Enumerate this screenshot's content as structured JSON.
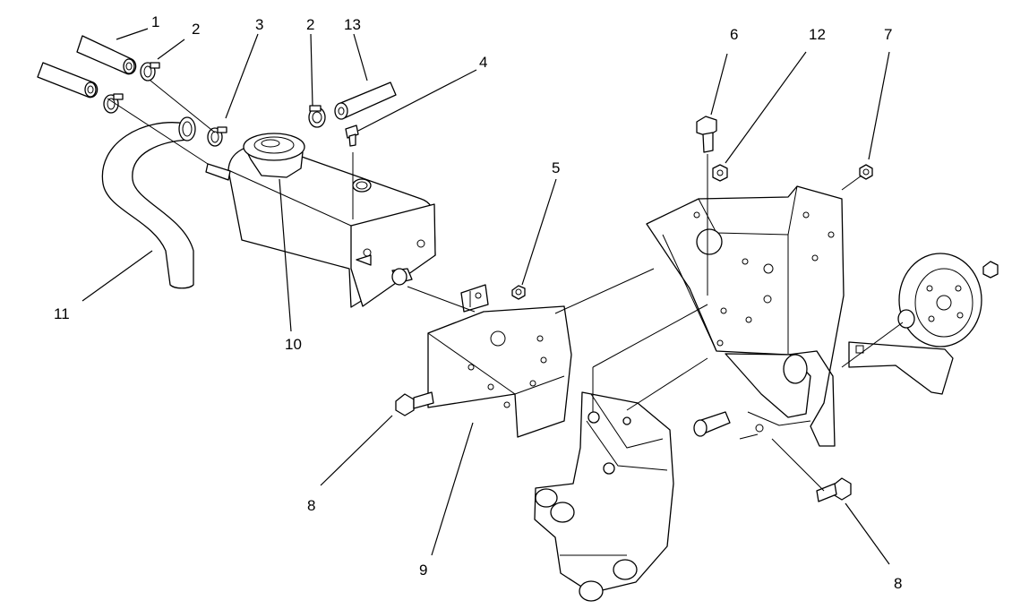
{
  "figure": {
    "background": "#ffffff",
    "line_color": "#000000"
  },
  "callouts": [
    {
      "id": "c1",
      "text": "1"
    },
    {
      "id": "c2a",
      "text": "2"
    },
    {
      "id": "c3",
      "text": "3"
    },
    {
      "id": "c2b",
      "text": "2"
    },
    {
      "id": "c13",
      "text": "13"
    },
    {
      "id": "c4",
      "text": "4"
    },
    {
      "id": "c5",
      "text": "5"
    },
    {
      "id": "c6",
      "text": "6"
    },
    {
      "id": "c12",
      "text": "12"
    },
    {
      "id": "c7",
      "text": "7"
    },
    {
      "id": "c11",
      "text": "11"
    },
    {
      "id": "c10",
      "text": "10"
    },
    {
      "id": "c8a",
      "text": "8"
    },
    {
      "id": "c9",
      "text": "9"
    },
    {
      "id": "c8b",
      "text": "8"
    }
  ]
}
